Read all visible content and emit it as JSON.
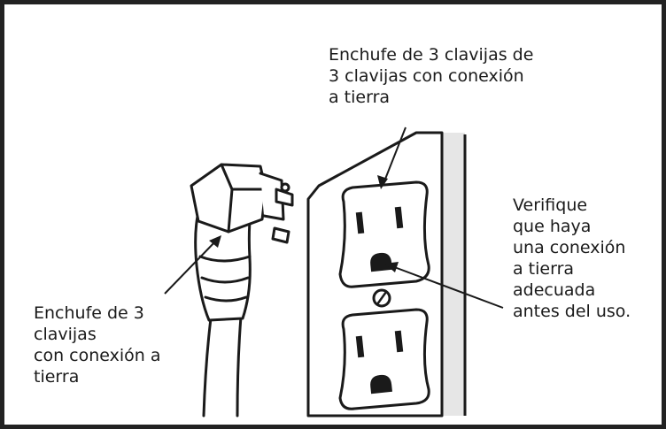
{
  "labels": {
    "outlet": {
      "lines": [
        "Enchufe de 3 clavijas de",
        "3 clavijas con conexión",
        "a tierra"
      ]
    },
    "verify": {
      "lines": [
        "Verifique",
        "que haya",
        "una conexión",
        "a tierra",
        "adecuada",
        "antes del uso."
      ]
    },
    "plug": {
      "lines": [
        "Enchufe de 3",
        "clavijas",
        "con conexión a",
        "tierra"
      ]
    }
  },
  "icons": {
    "plug": "three-prong-plug-icon",
    "outlet": "duplex-outlet-icon"
  },
  "colors": {
    "ink": "#1a1a1a",
    "background": "#ffffff",
    "wall_shade": "#e6e6e6"
  }
}
